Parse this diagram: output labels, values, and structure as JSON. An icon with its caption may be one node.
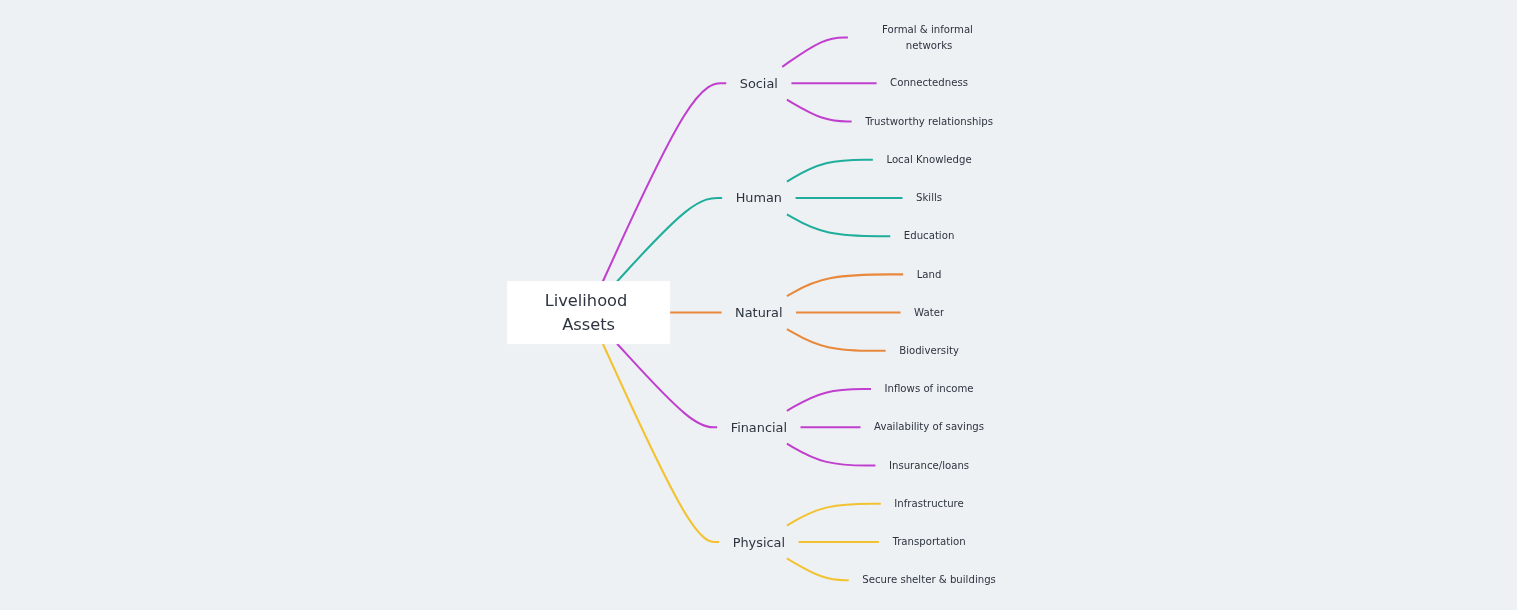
{
  "diagram": {
    "nodes": [
      {
        "text": [
          "Livelihood Assets"
        ]
      },
      {
        "text": [
          "Social"
        ]
      },
      {
        "text": [
          "Formal & informal networks"
        ]
      },
      {
        "text": [
          "Connectedness"
        ]
      },
      {
        "text": [
          "Trustworthy relationships"
        ]
      },
      {
        "text": [
          "Human"
        ]
      },
      {
        "text": [
          "Local Knowledge"
        ]
      },
      {
        "text": [
          "Skills"
        ]
      },
      {
        "text": [
          "Education"
        ]
      },
      {
        "text": [
          "Natural"
        ]
      },
      {
        "text": [
          "Land"
        ]
      },
      {
        "text": [
          "Water"
        ]
      },
      {
        "text": [
          "Biodiversity"
        ]
      },
      {
        "text": [
          "Financial"
        ]
      },
      {
        "text": [
          "Inflows of income"
        ]
      },
      {
        "text": [
          "Availability of savings"
        ]
      },
      {
        "text": [
          "Insurance/loans"
        ]
      },
      {
        "text": [
          "Physical"
        ]
      },
      {
        "text": [
          "Infrastructure"
        ]
      },
      {
        "text": [
          "Transportation"
        ]
      },
      {
        "text": [
          "Secure shelter & buildings"
        ]
      }
    ],
    "edges": [
      {
        "from": 0,
        "to": 1,
        "arrow": "none",
        "color": "#c03fcf"
      },
      {
        "from": 1,
        "to": 2,
        "arrow": "none",
        "color": "#c03fcf"
      },
      {
        "from": 1,
        "to": 3,
        "arrow": "none",
        "color": "#c03fcf"
      },
      {
        "from": 1,
        "to": 4,
        "arrow": "none",
        "color": "#c03fcf"
      },
      {
        "from": 0,
        "to": 5,
        "arrow": "none",
        "color": "#20ae9c"
      },
      {
        "from": 5,
        "to": 6,
        "arrow": "none",
        "color": "#20ae9c"
      },
      {
        "from": 5,
        "to": 7,
        "arrow": "none",
        "color": "#20ae9c"
      },
      {
        "from": 5,
        "to": 8,
        "arrow": "none",
        "color": "#20ae9c"
      },
      {
        "from": 0,
        "to": 9,
        "arrow": "none",
        "color": "#e8883a"
      },
      {
        "from": 9,
        "to": 10,
        "arrow": "none",
        "color": "#e8883a"
      },
      {
        "from": 9,
        "to": 11,
        "arrow": "none",
        "color": "#e8883a"
      },
      {
        "from": 9,
        "to": 12,
        "arrow": "none",
        "color": "#e8883a"
      },
      {
        "from": 0,
        "to": 13,
        "arrow": "none",
        "color": "#c03fcf"
      },
      {
        "from": 13,
        "to": 14,
        "arrow": "none",
        "color": "#c03fcf"
      },
      {
        "from": 13,
        "to": 15,
        "arrow": "none",
        "color": "#c03fcf"
      },
      {
        "from": 13,
        "to": 16,
        "arrow": "none",
        "color": "#c03fcf"
      },
      {
        "from": 0,
        "to": 17,
        "arrow": "none",
        "color": "#f2c230"
      },
      {
        "from": 17,
        "to": 18,
        "arrow": "none",
        "color": "#f2c230"
      },
      {
        "from": 17,
        "to": 19,
        "arrow": "none",
        "color": "#f2c230"
      },
      {
        "from": 17,
        "to": 20,
        "arrow": "none",
        "color": "#f2c230"
      }
    ]
  }
}
